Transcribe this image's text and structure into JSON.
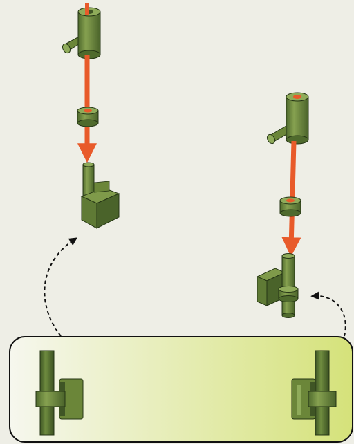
{
  "colors": {
    "background": "#eeeee6",
    "part_light": "#7f9a4a",
    "part_mid": "#5f7a35",
    "part_dark": "#3f5525",
    "part_outline": "#253515",
    "arrow_red": "#e85a2a",
    "arrow_black": "#111111",
    "panel_grad_start": "#f6f7ee",
    "panel_grad_end": "#d5e27a",
    "panel_border": "#111111"
  },
  "icons": {
    "assembly_left": "tee-fitting-with-sleeve-and-block",
    "assembly_right": "tee-fitting-with-sleeve-and-block",
    "flow_arrow": "red-flow-arrow",
    "selection_arrow": "dashed-curved-arrow"
  },
  "panel": {
    "options": [
      "rod-with-block-left",
      "rod-with-block-right"
    ]
  }
}
